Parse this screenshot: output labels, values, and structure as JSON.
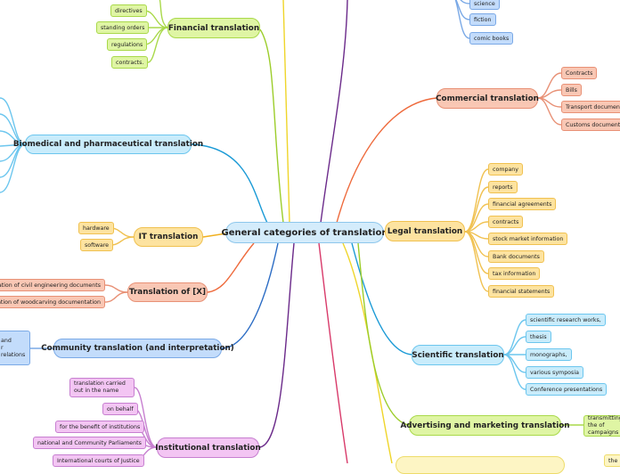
{
  "central": "General categories of translation",
  "topics": {
    "financial": {
      "label": "Financial translation",
      "items": [
        "directives",
        "standing orders",
        "regulations",
        "contracts."
      ]
    },
    "biomedical": {
      "label": "Biomedical and pharmaceutical translation"
    },
    "it": {
      "label": "IT translation",
      "items": [
        "hardware",
        "software"
      ]
    },
    "translation_of": {
      "label": "Translation of [X]",
      "items": [
        "translation of civil engineering documents",
        "translation of woodcarving documentation"
      ]
    },
    "community": {
      "label": "Community translation (and interpretation)",
      "items": [
        "and\nr relations"
      ]
    },
    "institutional": {
      "label": "Institutional translation",
      "items": [
        "translation carried out in the name",
        "on behalf",
        "for the benefit of institutions",
        "national and Community Parliaments",
        "International courts of Justice"
      ]
    },
    "literary": {
      "items": [
        "science",
        "fiction",
        "comic books"
      ]
    },
    "commercial": {
      "label": "Commercial translation",
      "items": [
        "Contracts",
        "Bills",
        "Transport documentation",
        "Customs documents"
      ]
    },
    "legal": {
      "label": "Legal translation",
      "items": [
        "company",
        "reports",
        "financial agreements",
        "contracts",
        "stock market information",
        "Bank documents",
        "tax information",
        "financial statements"
      ]
    },
    "scientific": {
      "label": "Scientific translation",
      "items": [
        "scientific research works,",
        "thesis",
        "monographs,",
        "various symposia",
        "Conference presentations"
      ]
    },
    "advertising": {
      "label": "Advertising and marketing translation",
      "items": [
        "transmitting the of campaigns"
      ]
    },
    "bottom_right": {
      "items": [
        "the"
      ]
    }
  },
  "colors": {
    "green": "#a9d94a",
    "blue": "#1a9ad6",
    "orange": "#f0b020",
    "salmon": "#ee6a3c",
    "navy": "#2b6cc4",
    "purple": "#6b2a8a",
    "yellow": "#efd52a",
    "crimson": "#d83a6a",
    "lime": "#9ccd2a"
  }
}
